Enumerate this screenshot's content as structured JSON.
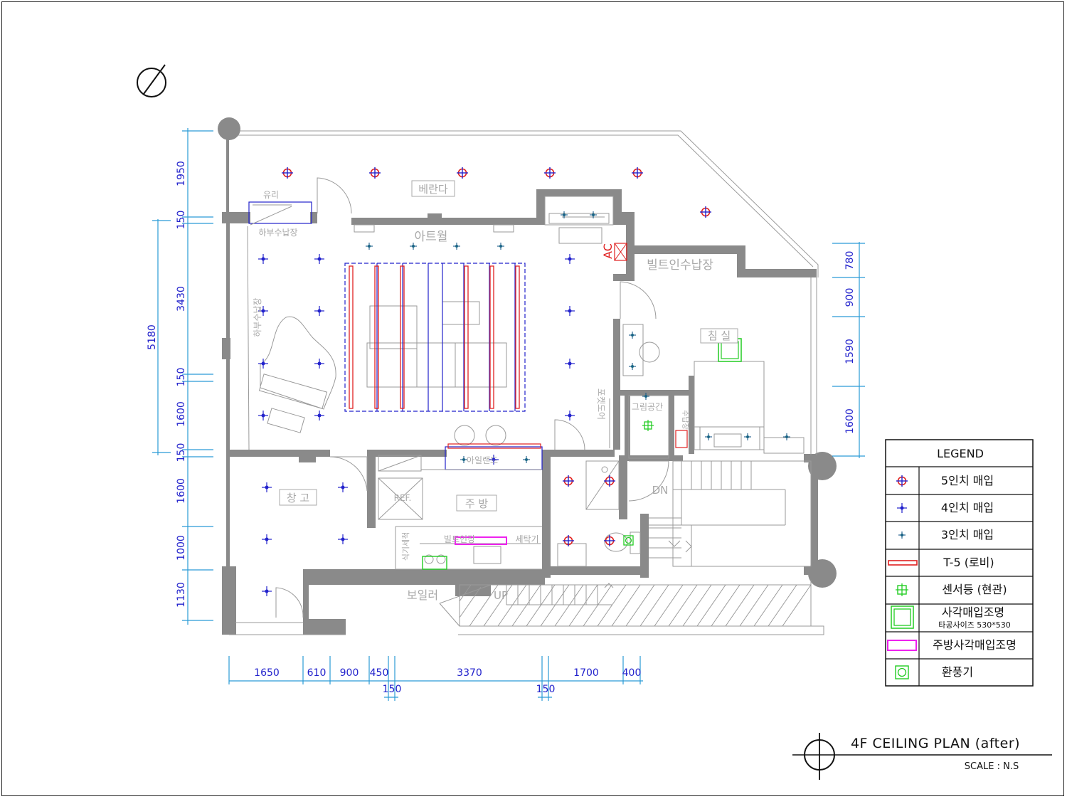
{
  "title": {
    "main": "4F CEILING PLAN  (after)",
    "scale": "SCALE :  N.S"
  },
  "rooms": {
    "veranda": "베란다",
    "glass": "유리",
    "lower_storage_top": "하부수납장",
    "art_wall": "아트월",
    "ac": "AC",
    "builtin_storage": "빌트인수납장",
    "lower_storage_side": "하부수납장",
    "bedroom": "침 실",
    "pocket_door": "포켓도어",
    "painting_space": "그림공간",
    "small_storage": "수납장",
    "island": "아일랜드",
    "storage": "창 고",
    "kitchen": "주 방",
    "ref": "REF.",
    "dishwasher": "식기세척",
    "sink": "빌트인장",
    "washer": "세탁기",
    "boiler": "보일러",
    "up": "UP",
    "dn": "DN"
  },
  "dimensions": {
    "left": [
      "1950",
      "150",
      "3430",
      "150",
      "1600",
      "150",
      "1600",
      "1000",
      "1130"
    ],
    "left_total": "5180",
    "right": [
      "780",
      "900",
      "1590",
      "1600"
    ],
    "bottom": [
      "1650",
      "610",
      "900",
      "450",
      "3370",
      "1700",
      "400"
    ],
    "bottom_sub": [
      "150",
      "150"
    ]
  },
  "legend": {
    "title": "LEGEND",
    "items": [
      {
        "label": "5인치 매입",
        "icon": "recessed-5inch-icon"
      },
      {
        "label": "4인치 매입",
        "icon": "recessed-4inch-icon"
      },
      {
        "label": "3인치 매입",
        "icon": "recessed-3inch-icon"
      },
      {
        "label": "T-5 (로비)",
        "icon": "t5-lobby-icon"
      },
      {
        "label": "센서등 (현관)",
        "icon": "sensor-light-icon"
      },
      {
        "label": "사각매입조명",
        "sub": "타공사이즈 530*530",
        "icon": "square-recessed-icon"
      },
      {
        "label": "주방사각매입조명",
        "icon": "kitchen-square-recessed-icon"
      },
      {
        "label": "환풍기",
        "icon": "ventilation-fan-icon"
      }
    ]
  },
  "colors": {
    "wall": "#8a8a8a",
    "dimension_line": "#2a9bd6",
    "dimension_text": "#2222cc",
    "light_5inch": "#e02020",
    "light_4inch": "#2222cc",
    "light_3inch": "#1a7a7a",
    "t5": "#e02020",
    "sensor": "#22cc22",
    "square_light": "#22cc22",
    "kitchen_light": "#ee22ee"
  }
}
